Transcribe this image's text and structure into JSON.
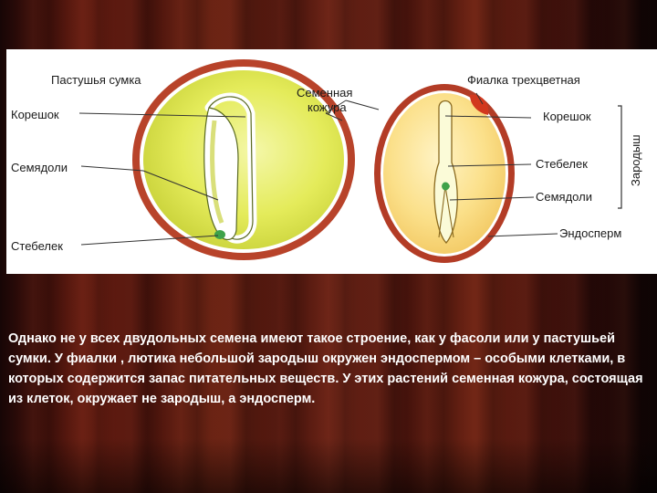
{
  "figure": {
    "left_seed_title": "Пастушья сумка",
    "right_seed_title": "Фиалка трехцветная",
    "center_label_line1": "Семенная",
    "center_label_line2": "кожура",
    "left_labels": {
      "root": "Корешок",
      "cotyledons": "Семядоли",
      "stem": "Стебелек"
    },
    "right_labels": {
      "root": "Корешок",
      "stem": "Стебелек",
      "cotyledons": "Семядоли",
      "endosperm": "Эндосперм"
    },
    "bracket_label": "Зародыш"
  },
  "caption": "Однако не у всех двудольных семена имеют такое строение, как у фасоли или у пастушьей сумки. У фиалки , лютика небольшой зародыш окружен эндоспермом – особыми клетками, в которых содержится запас питательных веществ. У этих растений семенная кожура, состоящая из клеток, окружает не зародыш, а эндосперм."
}
